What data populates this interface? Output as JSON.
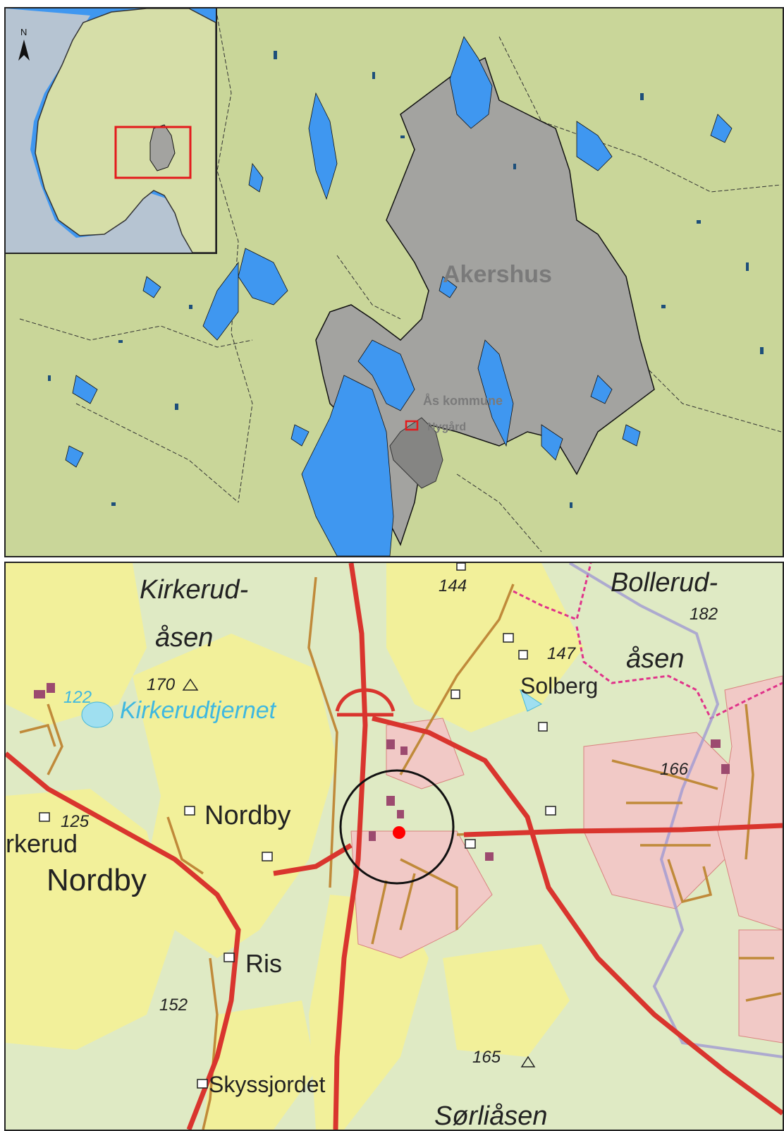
{
  "regional_map": {
    "region_label": "Akershus",
    "municipality_label": "Ås kommune",
    "site_label": "Nygård",
    "inset": {
      "north_arrow_label": "N"
    }
  },
  "topo_map": {
    "place_labels": {
      "kirkerud": "Kirkerud-",
      "kirkerud_asen": "åsen",
      "bollerud": "Bollerud-",
      "bollerud_asen": "åsen",
      "solberg": "Solberg",
      "kirkerudtjernet": "Kirkerudtjernet",
      "nordby_small": "Nordby",
      "kerud": "rkerud",
      "nordby_large": "Nordby",
      "ris": "Ris",
      "skyssjordet": "Skyssjordet",
      "sorliasen": "Sørliåsen"
    },
    "elevations": {
      "e144": "144",
      "e182": "182",
      "e147": "147",
      "e170": "170",
      "e122": "122",
      "e166": "166",
      "e125": "125",
      "e152": "152",
      "e165": "165"
    }
  },
  "colors": {
    "land": "#c9d699",
    "water": "#3f97f0",
    "county_fill": "#a3a3a0",
    "municipality_fill": "#858583",
    "highlight": "#e31a1c",
    "inset_sea": "#b6c4d2",
    "topo_field": "#f2f09a",
    "topo_forest": "#dfeac4",
    "topo_urban": "#f1c9c6",
    "road_main": "#d9352e",
    "road_minor": "#c08a3a",
    "boundary_pink": "#e0338a",
    "boundary_purple": "#a09ad2"
  }
}
